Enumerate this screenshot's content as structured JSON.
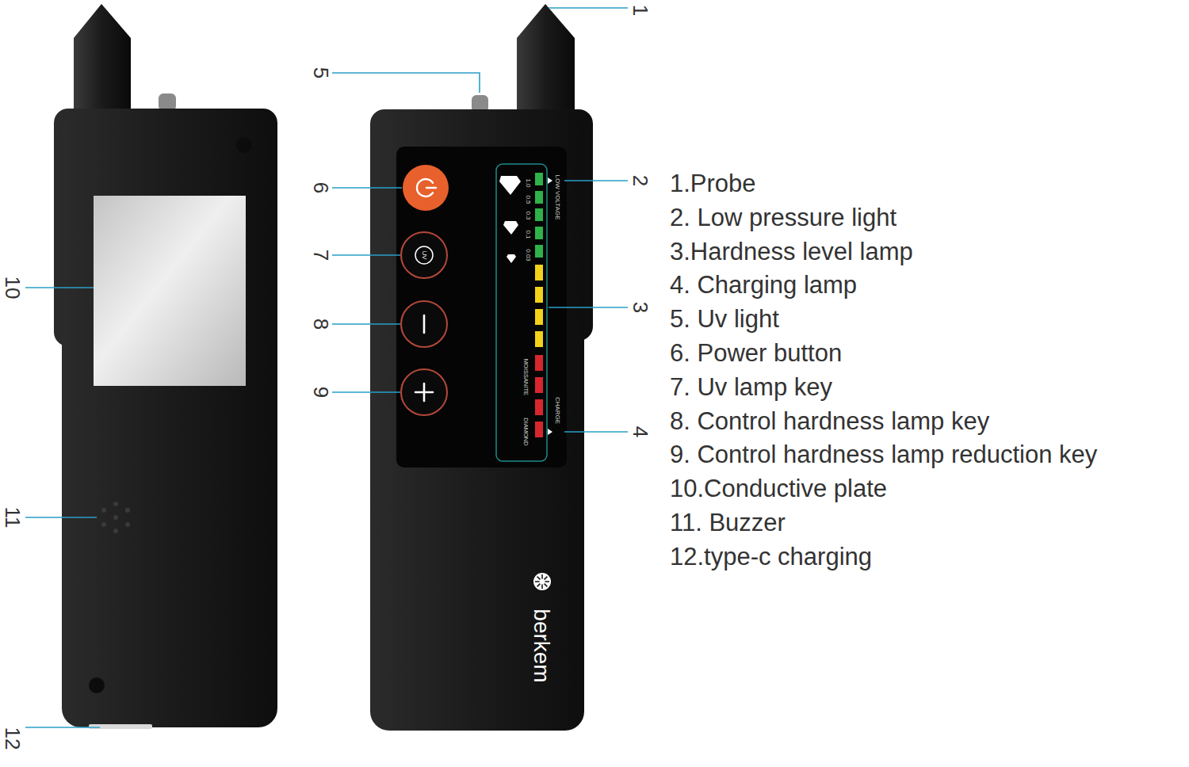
{
  "diagram": {
    "labels": [
      "1",
      "5",
      "2",
      "6",
      "7",
      "3",
      "8",
      "9",
      "4",
      "10",
      "11",
      "12",
      "LOW VOLTAGE",
      "1.0",
      "0.5",
      "0.3",
      "0.1",
      "0.03",
      "UV",
      "MOISSANITE",
      "DIAMOND",
      "CHARGE",
      "berkem",
      "1.Probe",
      "2. Low pressure light",
      "3.Hardness level lamp",
      "4. Charging lamp",
      "5. Uv light",
      "6. Power button",
      "7. Uv lamp key",
      "8. Control hardness lamp key",
      "9. Control hardness lamp reduction key",
      "10.Conductive plate",
      "11. Buzzer",
      "12.type-c charging"
    ]
  }
}
